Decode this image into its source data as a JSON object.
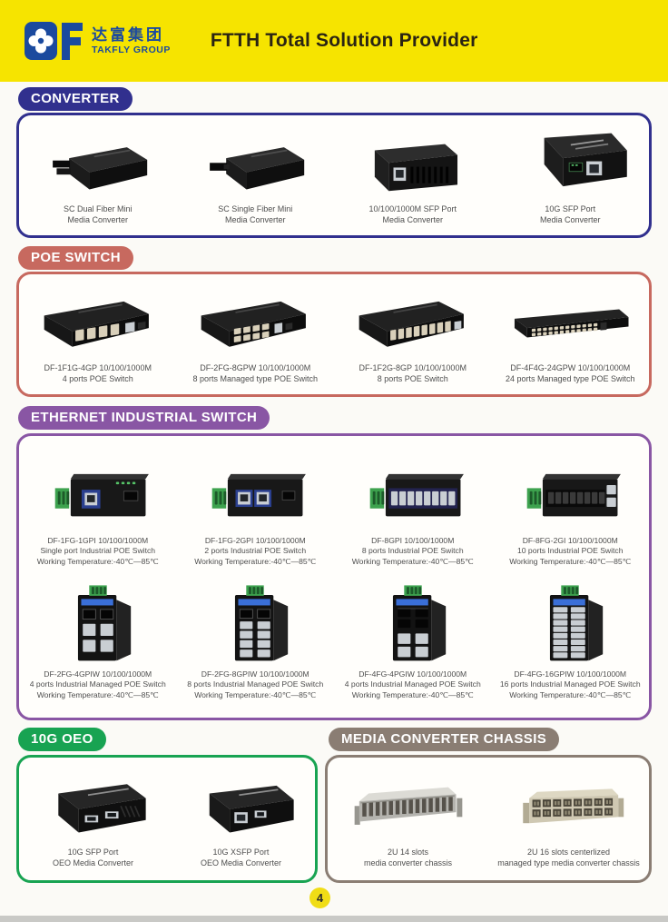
{
  "page": {
    "number": "4"
  },
  "header": {
    "bg_color": "#f6e400",
    "logo_color": "#1b4a9e",
    "logo_monogram": "DF",
    "logo_cn": "达富集团",
    "logo_en": "TAKFLY GROUP",
    "title": "FTTH Total Solution Provider"
  },
  "sections": [
    {
      "label": "CONVERTER",
      "color": "#31308e",
      "products": [
        {
          "icon": "mini-dual",
          "title": "SC Dual Fiber Mini",
          "subtitle": "Media Converter"
        },
        {
          "icon": "mini-single",
          "title": "SC Single Fiber Mini",
          "subtitle": "Media Converter"
        },
        {
          "icon": "sfp-1g",
          "title": "10/100/1000M SFP Port",
          "subtitle": "Media Converter"
        },
        {
          "icon": "sfp-10g",
          "title": "10G SFP Port",
          "subtitle": "Media Converter"
        }
      ]
    },
    {
      "label": "POE SWITCH",
      "color": "#c7695f",
      "products": [
        {
          "icon": "poe-4",
          "title": "DF-1F1G-4GP 10/100/1000M",
          "subtitle": "4 ports POE Switch"
        },
        {
          "icon": "poe-8w",
          "title": "DF-2FG-8GPW 10/100/1000M",
          "subtitle": "8 ports Managed type POE Switch"
        },
        {
          "icon": "poe-8",
          "title": "DF-1F2G-8GP 10/100/1000M",
          "subtitle": "8 ports POE Switch"
        },
        {
          "icon": "poe-24",
          "title": "DF-4F4G-24GPW 10/100/1000M",
          "subtitle": "24 ports Managed type POE Switch"
        }
      ]
    },
    {
      "label": "ETHERNET INDUSTRIAL SWITCH",
      "color": "#8956a4",
      "products": [
        {
          "icon": "ind-1",
          "title": "DF-1FG-1GPI 10/100/1000M",
          "subtitle": "Single port Industrial POE Switch",
          "note": "Working Temperature:-40℃—85℃"
        },
        {
          "icon": "ind-2",
          "title": "DF-1FG-2GPI 10/100/1000M",
          "subtitle": "2 ports Industrial POE Switch",
          "note": "Working Temperature:-40℃—85℃"
        },
        {
          "icon": "ind-8",
          "title": "DF-8GPI 10/100/1000M",
          "subtitle": "8 ports Industrial POE Switch",
          "note": "Working Temperature:-40℃—85℃"
        },
        {
          "icon": "ind-10",
          "title": "DF-8FG-2GI 10/100/1000M",
          "subtitle": "10 ports Industrial POE Switch",
          "note": "Working Temperature:-40℃—85℃"
        },
        {
          "icon": "indv-4",
          "title": "DF-2FG-4GPIW 10/100/1000M",
          "subtitle": "4 ports Industrial Managed POE Switch",
          "note": "Working Temperature:-40℃—85℃"
        },
        {
          "icon": "indv-8",
          "title": "DF-2FG-8GPIW 10/100/1000M",
          "subtitle": "8 ports Industrial Managed POE Switch",
          "note": "Working Temperature:-40℃—85℃"
        },
        {
          "icon": "indv-4p",
          "title": "DF-4FG-4PGIW 10/100/1000M",
          "subtitle": "4 ports Industrial Managed POE Switch",
          "note": "Working Temperature:-40℃—85℃"
        },
        {
          "icon": "indv-16",
          "title": "DF-4FG-16GPIW 10/100/1000M",
          "subtitle": "16 ports Industrial Managed POE Switch",
          "note": "Working Temperature:-40℃—85℃"
        }
      ]
    },
    {
      "label": "10G OEO",
      "color": "#18a352",
      "products": [
        {
          "icon": "oeo-sfp",
          "title": "10G SFP Port",
          "subtitle": "OEO Media Converter"
        },
        {
          "icon": "oeo-xsfp",
          "title": "10G XSFP Port",
          "subtitle": "OEO Media Converter"
        }
      ]
    },
    {
      "label": "MEDIA CONVERTER CHASSIS",
      "color": "#8a7d73",
      "products": [
        {
          "icon": "chassis-14",
          "title": "2U 14 slots",
          "subtitle": "media converter chassis"
        },
        {
          "icon": "chassis-16",
          "title": "2U 16 slots centerlized",
          "subtitle": "managed type media converter chassis"
        }
      ]
    }
  ]
}
